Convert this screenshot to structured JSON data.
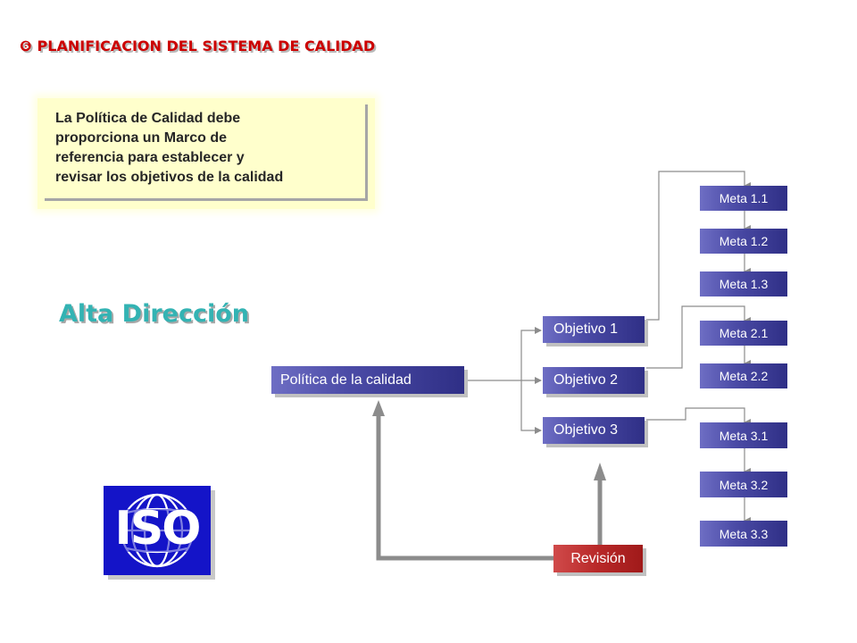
{
  "header": {
    "bullet": "❻",
    "title": "PLANIFICACION DEL SISTEMA DE CALIDAD"
  },
  "callout": {
    "lines": [
      "La Política de Calidad debe",
      "proporciona un Marco de",
      "referencia para establecer y",
      "revisar los objetivos de la calidad"
    ]
  },
  "heading": "Alta Dirección",
  "diagram": {
    "policy": "Política de la calidad",
    "objectives": [
      "Objetivo 1",
      "Objetivo 2",
      "Objetivo 3"
    ],
    "goals": [
      "Meta 1.1",
      "Meta 1.2",
      "Meta 1.3",
      "Meta 2.1",
      "Meta 2.2",
      "Meta 3.1",
      "Meta 3.2",
      "Meta 3.3"
    ],
    "review": "Revisión"
  },
  "logo": {
    "text": "ISO"
  },
  "colors": {
    "title": "#cc0000",
    "heading": "#33b3b3",
    "box_blue": "#3b3b95",
    "box_red": "#b82828",
    "callout_bg": "#ffffcc",
    "iso_blue": "#1414c8"
  }
}
